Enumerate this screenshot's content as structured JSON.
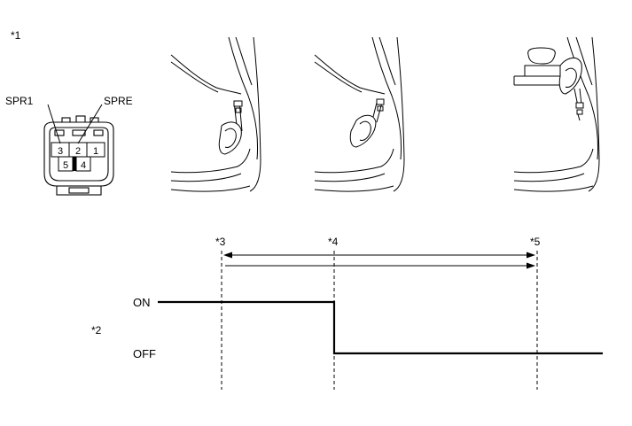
{
  "callouts": {
    "c1": "*1",
    "c2": "*2",
    "c3": "*3",
    "c4": "*4",
    "c5": "*5"
  },
  "connector": {
    "terminal_left_label": "SPR1",
    "terminal_right_label": "SPRE",
    "pins_top": [
      "3",
      "2",
      "1"
    ],
    "pins_bottom": [
      "5",
      "4"
    ]
  },
  "timing_chart": {
    "state_high": "ON",
    "state_low": "OFF"
  }
}
